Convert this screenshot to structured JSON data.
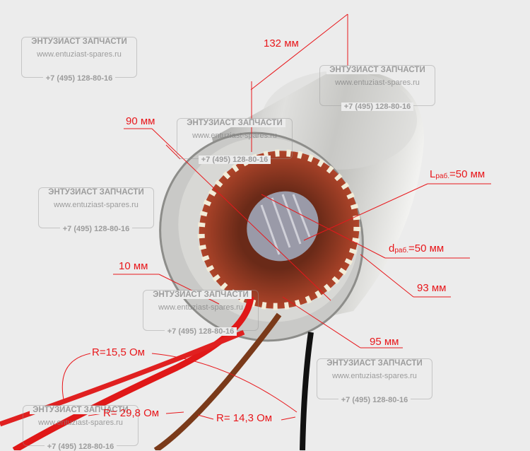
{
  "watermark": {
    "title": "ЭНТУЗИАСТ ЗАПЧАСТИ",
    "url": "www.entuziast-spares.ru",
    "phone": "+7 (495) 128-80-16"
  },
  "labels": {
    "length_total": "132 мм",
    "inner_diameter": "90 мм",
    "l_work_prefix": "L",
    "l_work_sub": "раб.",
    "l_work_value": "=50 мм",
    "d_work_prefix": "d",
    "d_work_sub": "раб.",
    "d_work_value": "=50 мм",
    "outer_diameter_93": "93 мм",
    "outer_diameter_95": "95 мм",
    "rim_width": "10 мм",
    "r_red_black": "R=15,5 Ом",
    "r_red_brown": "R= 29,8 Ом",
    "r_brown_black": "R= 14,3 Ом"
  },
  "colors": {
    "annotation": "#e8171b",
    "red_wire": "#e01818",
    "brown_wire": "#7a3a1a",
    "black_wire": "#111111",
    "copper": "#b0452a"
  }
}
